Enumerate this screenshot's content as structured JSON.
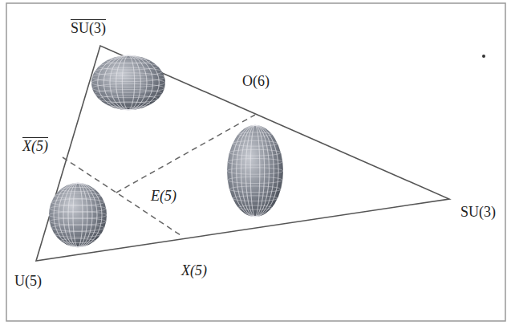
{
  "diagram": {
    "labels": [
      "SU(3)",
      "O(6)",
      "X(5)",
      "E(5)",
      "SU(3)",
      "U(5)",
      "X(5)"
    ]
  }
}
